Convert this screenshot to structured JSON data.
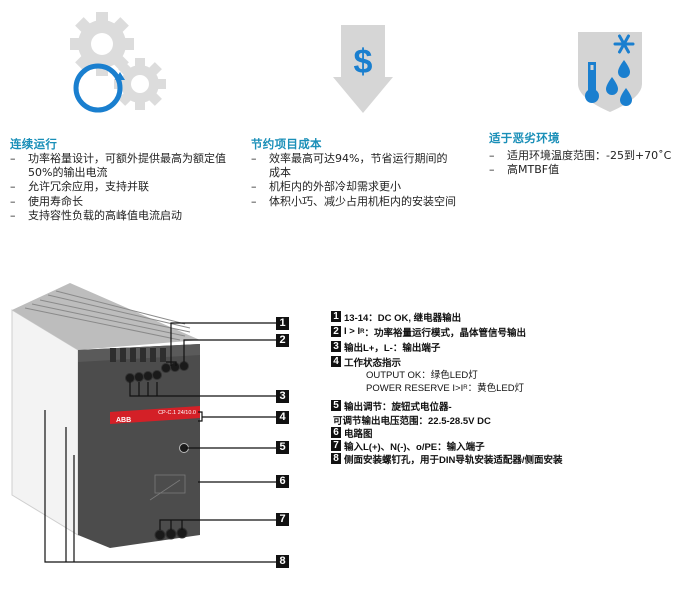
{
  "features": [
    {
      "icon": "gears-cycle-icon",
      "title": "连续运行",
      "bullets": [
        "功率裕量设计，可额外提供最高为额定值50%的输出电流",
        "允许冗余应用，支持并联",
        "使用寿命长",
        "支持容性负载的高峰值电流启动"
      ]
    },
    {
      "icon": "dollar-down-arrow-icon",
      "title": "节约项目成本",
      "bullets": [
        "效率最高可达94%，节省运行期间的成本",
        "机柜内的外部冷却需求更小",
        "体积小巧、减少占用机柜内的安装空间"
      ]
    },
    {
      "icon": "harsh-environment-shield-icon",
      "title": "适于恶劣环境",
      "bullets": [
        "适用环境温度范围：-25到+70˚C",
        "高MTBF值"
      ]
    }
  ],
  "device": {
    "brand": "ABB",
    "model": "CP-C.1 24/10.0"
  },
  "callouts": [
    "1",
    "2",
    "3",
    "4",
    "5",
    "6",
    "7",
    "8"
  ],
  "legend": [
    {
      "num": "1",
      "text": "13-14：DC OK, 继电器输出"
    },
    {
      "num": "2",
      "prefix": "I > I",
      "sub": "R",
      "text": "：功率裕量运行模式，晶体管信号输出"
    },
    {
      "num": "3",
      "text": "输出L+，L-：输出端子"
    },
    {
      "num": "4",
      "text": "工作状态指示"
    },
    {
      "num": "",
      "text": "OUTPUT OK：绿色LED灯"
    },
    {
      "num": "",
      "prefix": "POWER RESERVE I>I",
      "sub": "R",
      "text": "：黄色LED灯"
    },
    {
      "num": "5",
      "text": "输出调节：旋钮式电位器-"
    },
    {
      "num": "",
      "text": "可调节输出电压范围：22.5-28.5V DC"
    },
    {
      "num": "6",
      "text": "电路图"
    },
    {
      "num": "7",
      "text": "输入L(+)、N(-)、o/PE：输入端子"
    },
    {
      "num": "8",
      "text": "侧面安装螺钉孔，用于DIN导轨安装适配器/侧面安装"
    }
  ],
  "colors": {
    "accent_blue": "#1a7fcf",
    "title_teal": "#1a8fb8",
    "icon_gray": "#d9d9d9",
    "device_gray": "#4a4a4a",
    "abb_red": "#d42027"
  }
}
